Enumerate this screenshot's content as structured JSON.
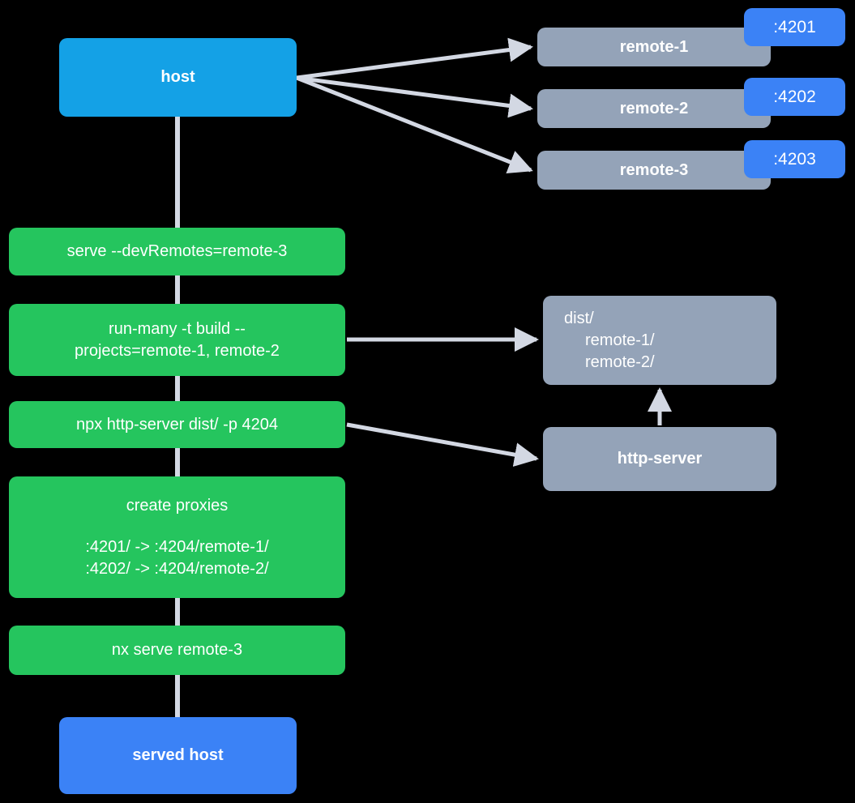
{
  "diagram": {
    "title": "Nx module federation dev-serve flow",
    "background_color": "#000000",
    "colors": {
      "host": "#14A1E6",
      "served_host": "#3B82F6",
      "remote": "#94A3B8",
      "command": "#25C55E",
      "badge": "#3B82F6",
      "edge": "#D3D8E3",
      "text": "#FFFFFF"
    }
  },
  "nodes": {
    "host": {
      "label": "host"
    },
    "served_host": {
      "label": "served host"
    },
    "remotes": [
      {
        "label": "remote-1",
        "port": ":4201"
      },
      {
        "label": "remote-2",
        "port": ":4202"
      },
      {
        "label": "remote-3",
        "port": ":4203"
      }
    ],
    "dist": {
      "line1": "dist/",
      "line2": "remote-1/",
      "line3": "remote-2/"
    },
    "http_server": {
      "label": "http-server"
    }
  },
  "commands": [
    {
      "id": "serve-dev-remotes",
      "line1": "serve --devRemotes=remote-3"
    },
    {
      "id": "run-many-build",
      "line1": "run-many -t build --",
      "line2": "projects=remote-1, remote-2"
    },
    {
      "id": "npx-http-server",
      "line1": "npx http-server dist/ -p 4204"
    },
    {
      "id": "create-proxies",
      "line1": "create proxies",
      "line2": ":4201/ -> :4204/remote-1/",
      "line3": ":4202/ -> :4204/remote-2/"
    },
    {
      "id": "nx-serve-remote-3",
      "line1": "nx serve remote-3"
    }
  ]
}
